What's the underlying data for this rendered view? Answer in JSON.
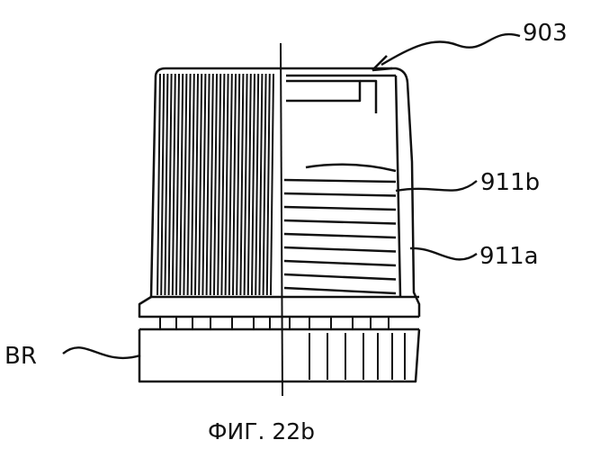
{
  "figure": {
    "caption": "ФИГ. 22b",
    "labels": {
      "cap": "903",
      "thread_b": "911b",
      "thread_a": "911a",
      "ring": "BR"
    },
    "colors": {
      "ink": "#111111",
      "paper": "#ffffff"
    }
  }
}
